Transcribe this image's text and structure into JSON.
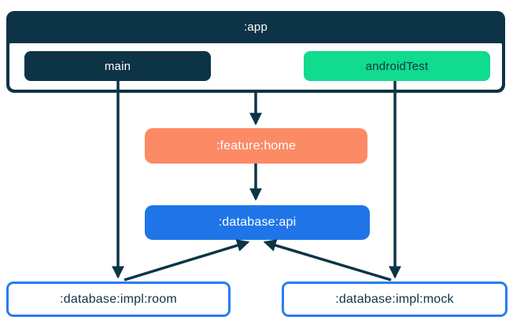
{
  "colors": {
    "navy": "#0D3446",
    "green": "#10DB8E",
    "orange": "#FC8A65",
    "blue": "#1F75E8",
    "box_border_blue": "#2A7CF0",
    "white": "#FFFFFF"
  },
  "app_container": {
    "label": ":app",
    "source_sets": [
      {
        "id": "main",
        "label": "main"
      },
      {
        "id": "androidTest",
        "label": "androidTest"
      }
    ]
  },
  "modules": {
    "feature_home": {
      "label": ":feature:home"
    },
    "database_api": {
      "label": ":database:api"
    },
    "database_impl_room": {
      "label": ":database:impl:room"
    },
    "database_impl_mock": {
      "label": ":database:impl:mock"
    }
  },
  "edges": [
    {
      "from": "main",
      "to": ":database:impl:room"
    },
    {
      "from": ":app",
      "to": ":feature:home"
    },
    {
      "from": "androidTest",
      "to": ":database:impl:mock"
    },
    {
      "from": ":feature:home",
      "to": ":database:api"
    },
    {
      "from": ":database:impl:room",
      "to": ":database:api"
    },
    {
      "from": ":database:impl:mock",
      "to": ":database:api"
    }
  ]
}
